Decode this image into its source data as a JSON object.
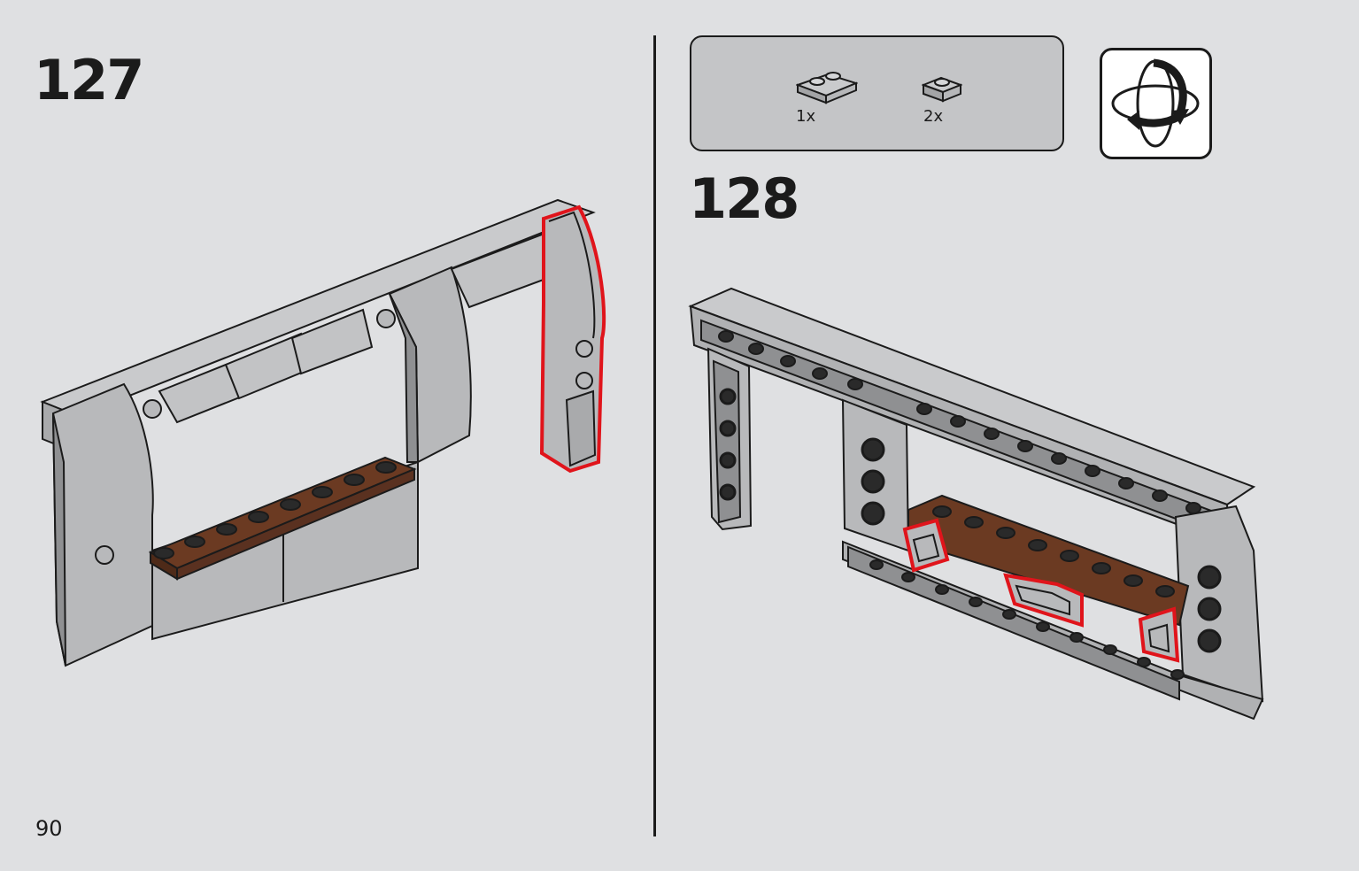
{
  "page": {
    "number": "90"
  },
  "steps": [
    {
      "number": "127"
    },
    {
      "number": "128"
    }
  ],
  "parts_callout": {
    "items": [
      {
        "part": "plate-1x2-light-gray-icon",
        "quantity": "1x"
      },
      {
        "part": "plate-1x1-light-gray-icon",
        "quantity": "2x"
      }
    ]
  },
  "rotate_indicator": {
    "icon": "rotate-model-icon"
  },
  "colors": {
    "background": "#dfe0e2",
    "brick_gray": "#b8b9bb",
    "brick_dark": "#8f9092",
    "brown": "#6b3a22",
    "highlight": "#e0141b"
  }
}
